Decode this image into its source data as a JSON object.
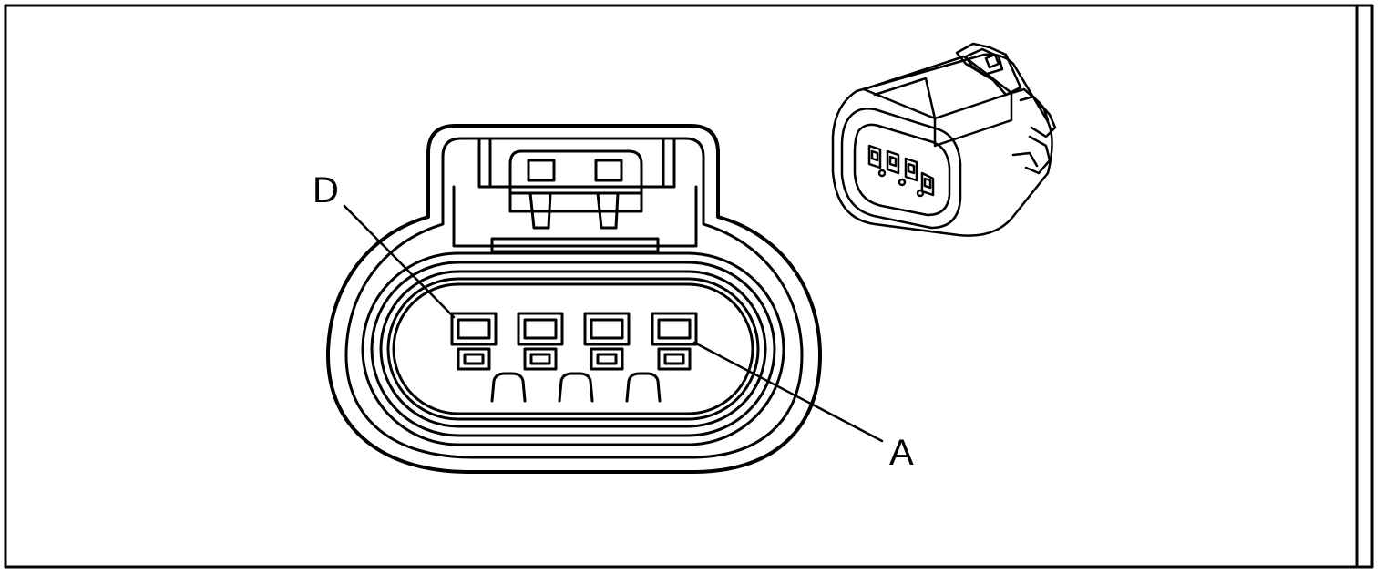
{
  "diagram": {
    "callouts": {
      "pin_d": "D",
      "pin_a": "A"
    },
    "connector_pin_count": 4,
    "colors": {
      "line": "#000000",
      "background": "#ffffff"
    }
  }
}
